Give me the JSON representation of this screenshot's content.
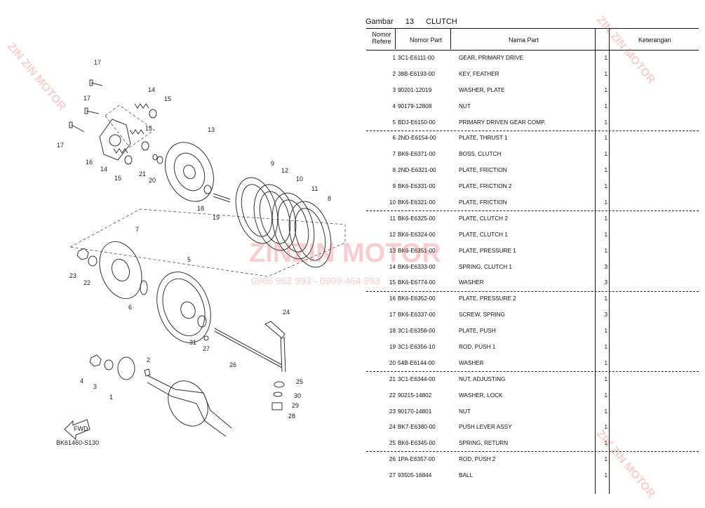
{
  "diagram": {
    "code": "BK61460-S130",
    "fwd_label": "FWD",
    "callouts": [
      "17",
      "17",
      "17",
      "16",
      "14",
      "14",
      "15",
      "15",
      "15",
      "21",
      "20",
      "13",
      "18",
      "19",
      "9",
      "12",
      "10",
      "11",
      "8",
      "7",
      "23",
      "22",
      "6",
      "5",
      "31",
      "27",
      "24",
      "26",
      "2",
      "4",
      "3",
      "1",
      "25",
      "30",
      "29",
      "28"
    ]
  },
  "watermark": {
    "text": "ZIN ZIN MOTOR",
    "phone": "0966 962 993 - 0909 464 993",
    "color": "#e65050"
  },
  "table": {
    "title_prefix": "Gambar",
    "figure_no": "13",
    "title": "CLUTCH",
    "headers": {
      "ref": "Nomor Refere",
      "part_no": "Nomor Part",
      "name": "Nama Part",
      "remarks": "Keterangan"
    },
    "rows": [
      {
        "ref": "1",
        "part_no": "3C1-E6111-00",
        "name": "GEAR, PRIMARY DRIVE",
        "qty": "1"
      },
      {
        "ref": "2",
        "part_no": "38B-E6193-00",
        "name": "KEY, FEATHER",
        "qty": "1"
      },
      {
        "ref": "3",
        "part_no": "90201-12019",
        "name": "WASHER, PLATE",
        "qty": "1"
      },
      {
        "ref": "4",
        "part_no": "90179-12808",
        "name": "NUT",
        "qty": "1"
      },
      {
        "ref": "5",
        "part_no": "BDJ-E6150-00",
        "name": "PRIMARY DRIVEN GEAR COMP.",
        "qty": "1"
      },
      {
        "ref": "6",
        "part_no": "2ND-E6154-00",
        "name": "PLATE, THRUST 1",
        "qty": "1"
      },
      {
        "ref": "7",
        "part_no": "BK6-E6371-00",
        "name": "BOSS, CLUTCH",
        "qty": "1"
      },
      {
        "ref": "8",
        "part_no": "2ND-E6321-00",
        "name": "PLATE, FRICTION",
        "qty": "1"
      },
      {
        "ref": "9",
        "part_no": "BK6-E6331-00",
        "name": "PLATE, FRICTION 2",
        "qty": "1"
      },
      {
        "ref": "10",
        "part_no": "BK6-E6321-00",
        "name": "PLATE, FRICTION",
        "qty": "1"
      },
      {
        "ref": "11",
        "part_no": "BK6-E6325-00",
        "name": "PLATE, CLUTCH 2",
        "qty": "1"
      },
      {
        "ref": "12",
        "part_no": "BK6-E6324-00",
        "name": "PLATE, CLUTCH 1",
        "qty": "1"
      },
      {
        "ref": "13",
        "part_no": "BK6-E6351-00",
        "name": "PLATE, PRESSURE 1",
        "qty": "1"
      },
      {
        "ref": "14",
        "part_no": "BK6-E6333-00",
        "name": "SPRING, CLUTCH 1",
        "qty": "3"
      },
      {
        "ref": "15",
        "part_no": "BK6-E6774-00",
        "name": "WASHER",
        "qty": "3"
      },
      {
        "ref": "16",
        "part_no": "BK6-E6352-00",
        "name": "PLATE, PRESSURE 2",
        "qty": "1"
      },
      {
        "ref": "17",
        "part_no": "BK6-E6337-00",
        "name": "SCREW, SPRING",
        "qty": "3"
      },
      {
        "ref": "18",
        "part_no": "3C1-E6358-00",
        "name": "PLATE, PUSH",
        "qty": "1"
      },
      {
        "ref": "19",
        "part_no": "3C1-E6356-10",
        "name": "ROD, PUSH 1",
        "qty": "1"
      },
      {
        "ref": "20",
        "part_no": "54B-E6144-00",
        "name": "WASHER",
        "qty": "1"
      },
      {
        "ref": "21",
        "part_no": "3C1-E6344-00",
        "name": "NUT, ADJUSTING",
        "qty": "1"
      },
      {
        "ref": "22",
        "part_no": "90215-14802",
        "name": "WASHER, LOCK",
        "qty": "1"
      },
      {
        "ref": "23",
        "part_no": "90170-14801",
        "name": "NUT",
        "qty": "1"
      },
      {
        "ref": "24",
        "part_no": "BK7-E6380-00",
        "name": "PUSH LEVER ASSY",
        "qty": "1"
      },
      {
        "ref": "25",
        "part_no": "BK6-E6345-00",
        "name": "SPRING, RETURN",
        "qty": "1"
      },
      {
        "ref": "26",
        "part_no": "1PA-E6357-00",
        "name": "ROD, PUSH 2",
        "qty": "1"
      },
      {
        "ref": "27",
        "part_no": "93505-16844",
        "name": "BALL",
        "qty": "1"
      }
    ]
  }
}
